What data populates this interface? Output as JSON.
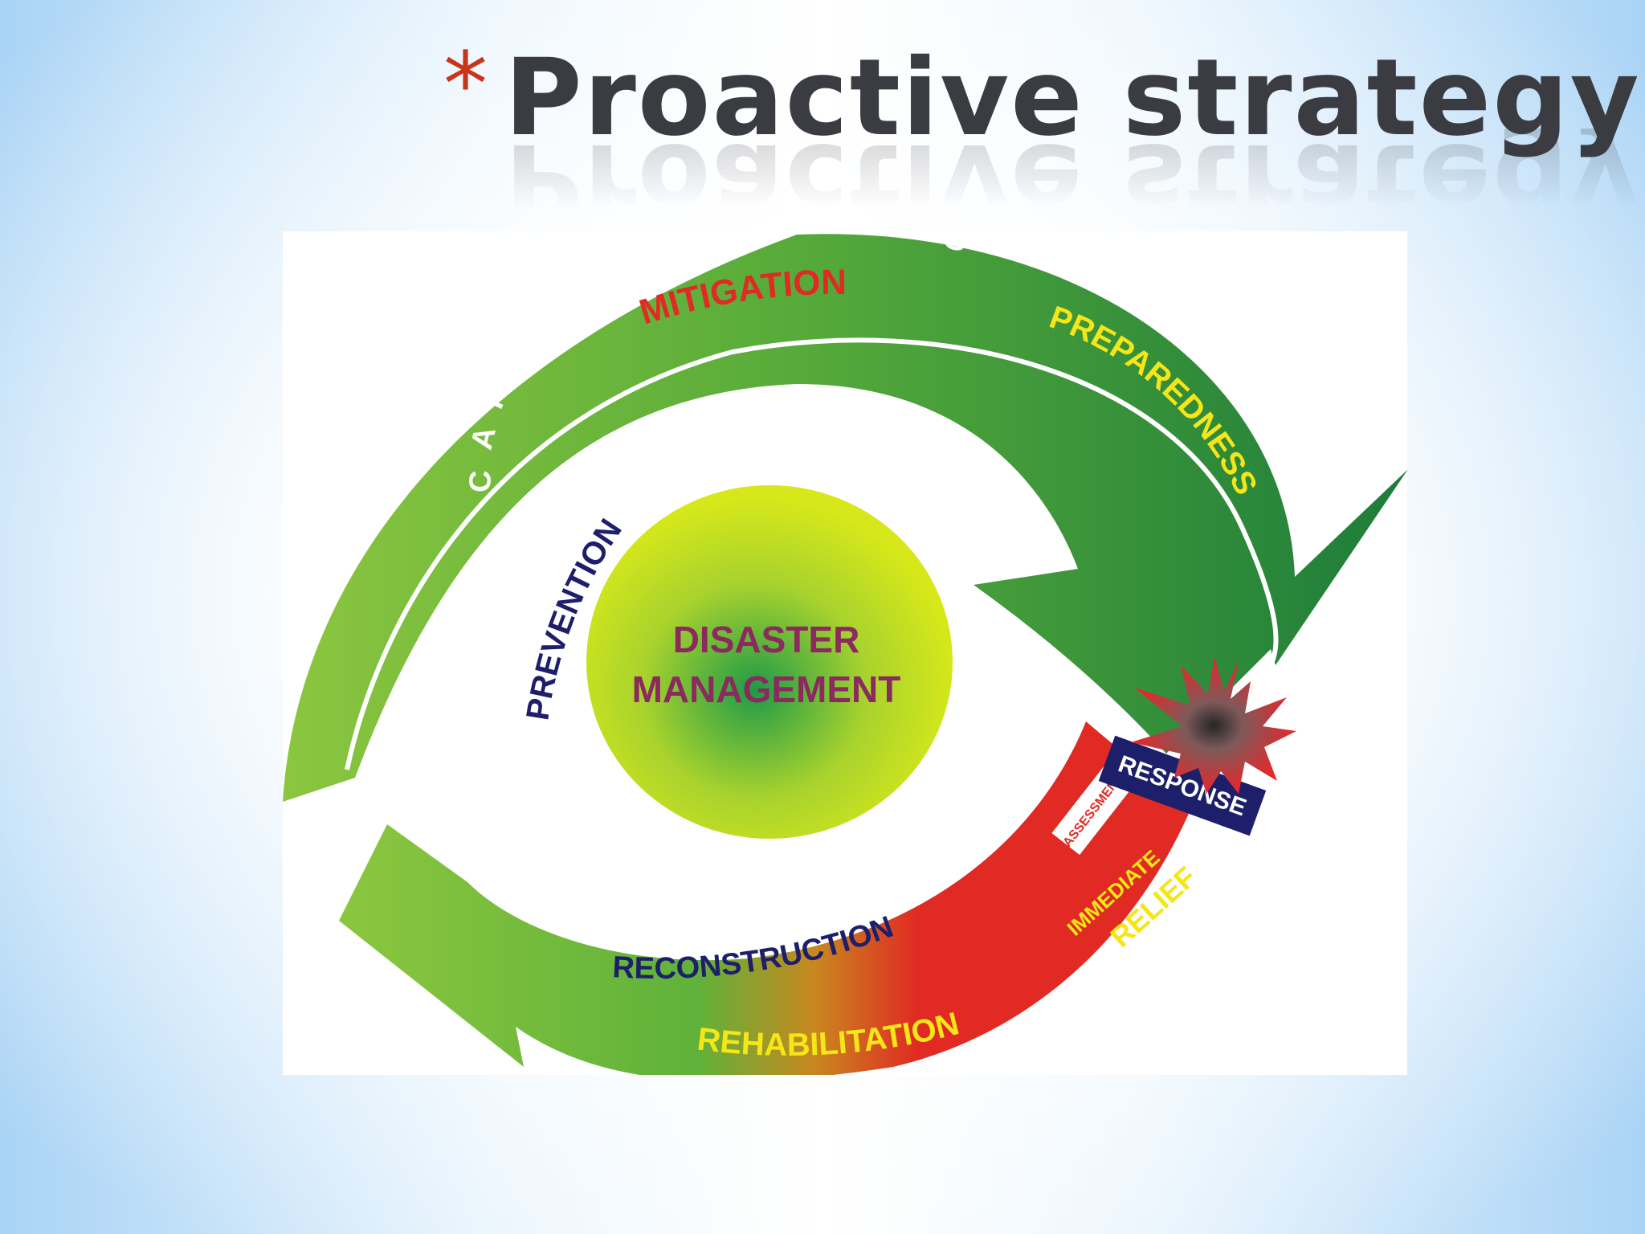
{
  "slide": {
    "bullet": "*",
    "title": "Proactive strategy"
  },
  "diagram": {
    "center": [
      "DISASTER",
      "MANAGEMENT"
    ],
    "top_arc": {
      "prevention": "PREVENTION",
      "mitigation": "MITIGATION",
      "capacity_building": "CAPACITY BUILDING",
      "preparedness": "PREPAREDNESS"
    },
    "bottom_arc": {
      "assessment": "ASSESSMENT",
      "response": "RESPONSE",
      "immediate": "IMMEDIATE",
      "relief": "RELIEF",
      "reconstruction": "RECONSTRUCTION",
      "rehabilitation": "REHABILITATION"
    },
    "colors": {
      "green_light": "#8cc63f",
      "green_dark": "#1d7c3a",
      "red": "#e02a23",
      "navy": "#1d1f6b",
      "yellow": "#f5e617",
      "maroon": "#8b2a5c",
      "title_gray": "#3b3b42",
      "bullet_red": "#c6361a"
    }
  }
}
